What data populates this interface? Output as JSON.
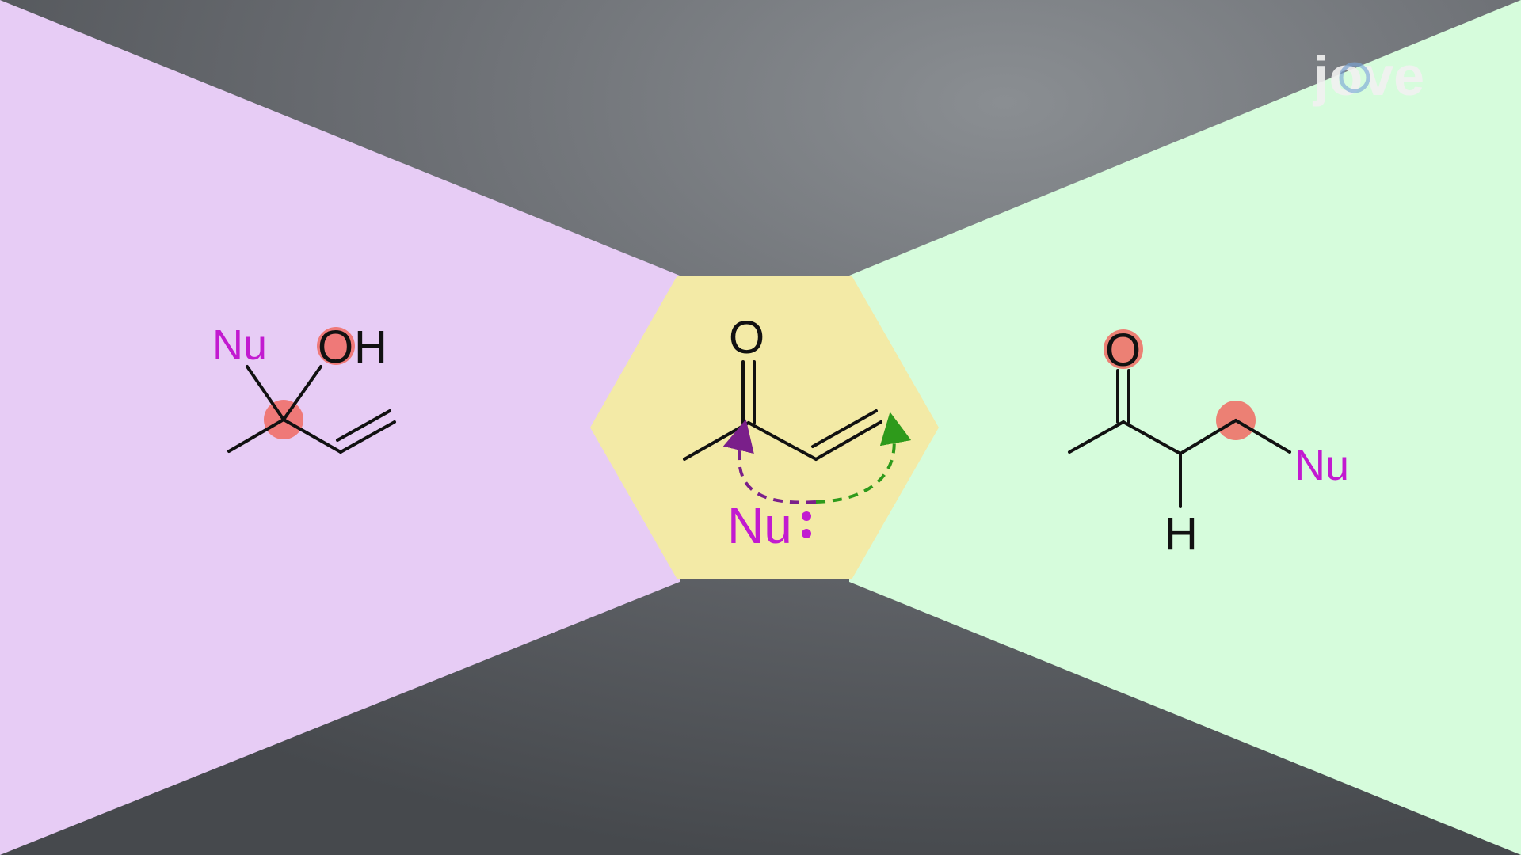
{
  "logo": {
    "text": "jove"
  },
  "colors": {
    "left_panel": "#e7ccf5",
    "right_panel": "#d6fcdc",
    "hexagon": "#f3eaa6",
    "nucleophile": "#c21ad0",
    "highlight": "#f06a62",
    "arrow_purple": "#7a1f8a",
    "arrow_green": "#2e9a1b",
    "bond": "#111111"
  },
  "left_product": {
    "nu_label": "Nu",
    "oh_o": "O",
    "oh_h": "H",
    "highlights": [
      "carbonyl-carbon",
      "oxygen"
    ]
  },
  "center_reactant": {
    "oxygen_label": "O",
    "nucleophile_label": "Nu",
    "arrows": [
      "purple-dashed-to-carbonyl-carbon",
      "green-dashed-to-beta-carbon"
    ]
  },
  "right_product": {
    "oxygen_label": "O",
    "h_label": "H",
    "nu_label": "Nu",
    "highlights": [
      "oxygen",
      "beta-carbon"
    ]
  }
}
